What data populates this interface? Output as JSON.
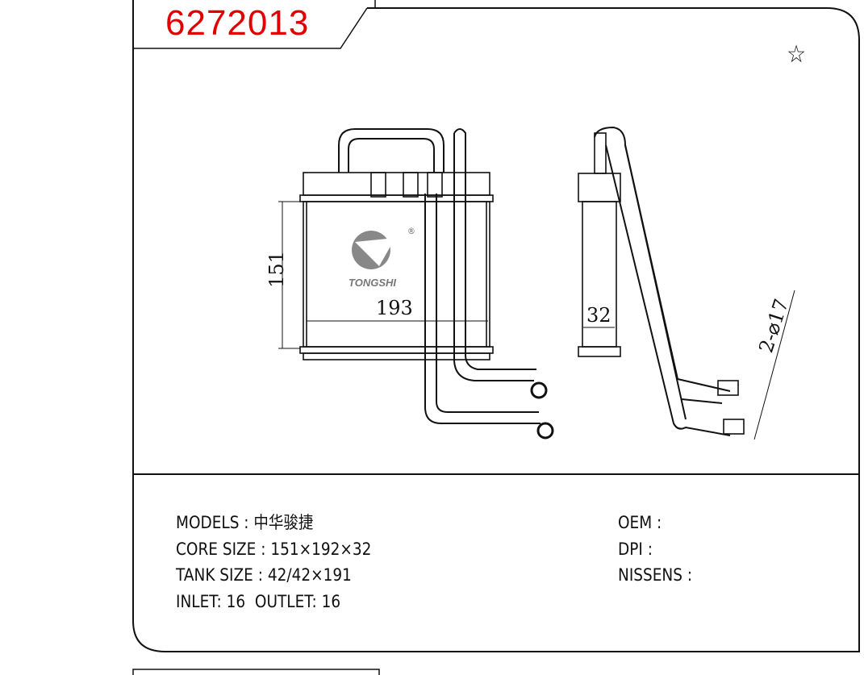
{
  "part_number": "6272013",
  "specs": {
    "models_label": "MODELS",
    "models_value": "中华骏捷",
    "core_size_label": "CORE SIZE",
    "core_size_value": "151×192×32",
    "tank_size_label": "TANK SIZE",
    "tank_size_value": "42/42×191",
    "inlet_label": "INLET",
    "inlet_value": "16",
    "outlet_label": "OUTLET",
    "outlet_value": "16",
    "oem_label": "OEM",
    "oem_value": "",
    "dpi_label": "DPI",
    "dpi_value": "",
    "nissens_label": "NISSENS",
    "nissens_value": ""
  },
  "drawing": {
    "height_dim": "151",
    "width_dim": "193",
    "depth_dim": "32",
    "pipe_dim": "2-⌀17",
    "logo_text": "TONGSHI",
    "star_icon": "☆"
  }
}
